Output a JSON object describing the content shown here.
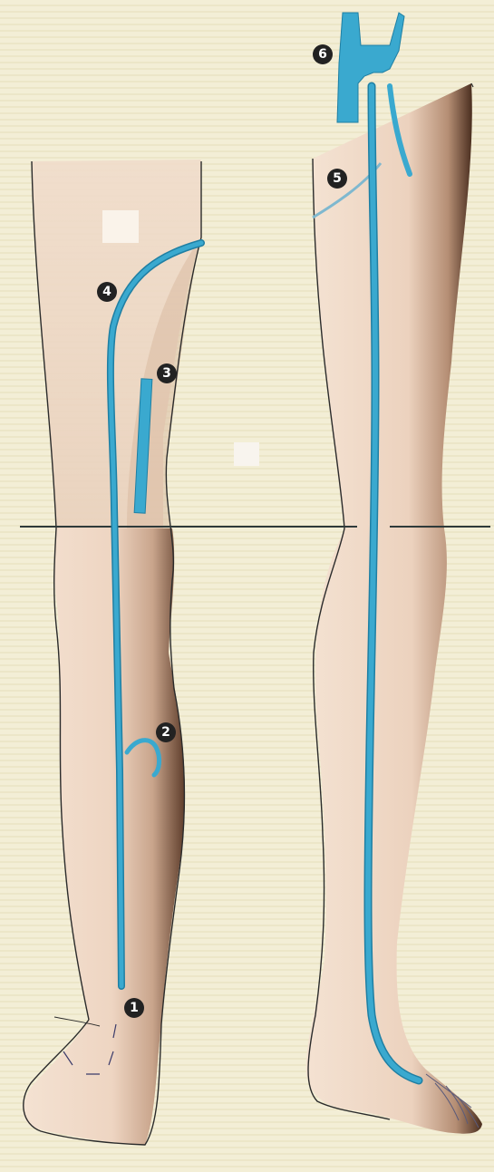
{
  "diagram": {
    "markers": [
      {
        "id": "marker-1",
        "label": "1"
      },
      {
        "id": "marker-2",
        "label": "2"
      },
      {
        "id": "marker-3",
        "label": "3"
      },
      {
        "id": "marker-4",
        "label": "4"
      },
      {
        "id": "marker-5",
        "label": "5"
      },
      {
        "id": "marker-6",
        "label": "6"
      }
    ],
    "colors": {
      "vein": "#3aa9cf",
      "vein_dark": "#1f7fa3",
      "skin": "#efd9c8",
      "skin_shadow": "#6b4a36",
      "outline": "#2b2b2b",
      "background": "#f1ecd2"
    }
  }
}
